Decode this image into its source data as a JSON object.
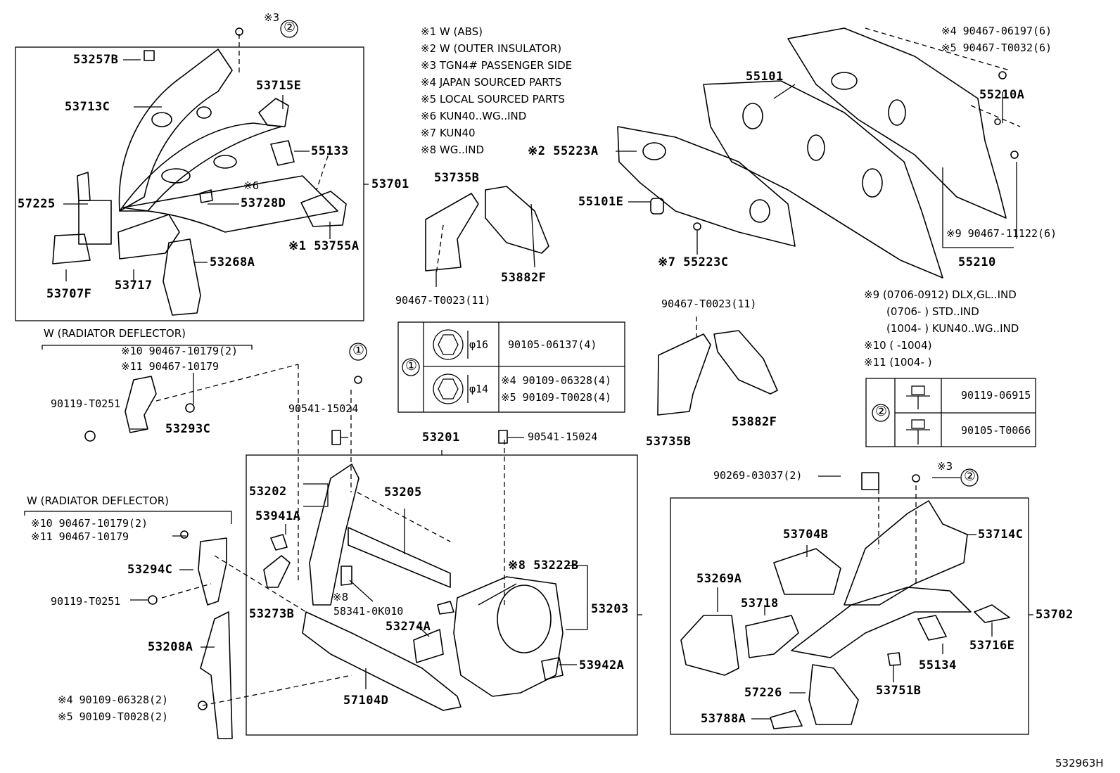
{
  "notes": [
    "※1 W (ABS)",
    "※2 W (OUTER INSULATOR)",
    "※3 TGN4# PASSENGER SIDE",
    "※4 JAPAN SOURCED PARTS",
    "※5 LOCAL SOURCED PARTS",
    "※6 KUN40..WG..IND",
    "※7 KUN40",
    "※8 WG..IND"
  ],
  "notes9": [
    "※9 (0706-0912) DLX,GL..IND",
    "(0706-       ) STD..IND",
    "(1004-       ) KUN40..WG..IND",
    "※10 (       -1004)",
    "※11 (1004-       )"
  ],
  "labels": {
    "p53257B": "53257B",
    "p53713C": "53713C",
    "p53715E": "53715E",
    "p55133": "55133",
    "n6": "※6",
    "p53728D": "53728D",
    "p53701": "53701",
    "p57225": "57225",
    "p53755A": "※1 53755A",
    "p53268A": "53268A",
    "p53707F": "53707F",
    "p53717": "53717",
    "n3a": "※3",
    "p53735B_a": "53735B",
    "p53882F_a": "53882F",
    "p90467T0023a": "90467-T0023(11)",
    "p55101": "55101",
    "p55223A": "※2 55223A",
    "p55101E": "55101E",
    "p55223C": "※7 55223C",
    "p55210A": "55210A",
    "p90467_06197": "※4 90467-06197(6)",
    "p90467_T0032": "※5 90467-T0032(6)",
    "p90467_11122": "※9 90467-11122(6)",
    "p55210": "55210",
    "p90467T0023b": "90467-T0023(11)",
    "p53735B_b": "53735B",
    "p53882F_b": "53882F",
    "radDefl1": "W (RADIATOR DEFLECTOR)",
    "p90467_10179_2a": "※10 90467-10179(2)",
    "p90467_10179a": "※11 90467-10179",
    "p90119T0251a": "90119-T0251",
    "p53293C": "53293C",
    "p90541a": "90541-15024",
    "p90541b": "90541-15024",
    "p53201": "53201",
    "p53202": "53202",
    "p53205": "53205",
    "p53941A": "53941A",
    "p53273B": "53273B",
    "n8": "※8",
    "p58341": "58341-0K010",
    "p53222B": "※8 53222B",
    "p53203": "53203",
    "p53274A": "53274A",
    "p53942A": "53942A",
    "p57104D": "57104D",
    "radDefl2": "W (RADIATOR DEFLECTOR)",
    "p90467_10179_2b": "※10 90467-10179(2)",
    "p90467_10179b": "※11 90467-10179",
    "p53294C": "53294C",
    "p90119T0251b": "90119-T0251",
    "p53208A": "53208A",
    "p90109_06328": "※4 90109-06328(2)",
    "p90109_T0028": "※5 90109-T0028(2)",
    "p90269": "90269-03037(2)",
    "n3b": "※3",
    "p53704B": "53704B",
    "p53714C": "53714C",
    "p53269A": "53269A",
    "p53718": "53718",
    "p53702": "53702",
    "p53716E": "53716E",
    "p55134": "55134",
    "p57226": "57226",
    "p53751B": "53751B",
    "p53788A": "53788A",
    "diagramId": "532963H"
  },
  "table1": {
    "marker": "①",
    "rows": [
      {
        "dia": "φ16",
        "part": "90105-06137(4)"
      },
      {
        "dia": "φ14",
        "part": "※4 90109-06328(4)",
        "part2": "※5 90109-T0028(4)"
      }
    ]
  },
  "table2": {
    "marker": "②",
    "rows": [
      {
        "part": "90119-06915"
      },
      {
        "part": "90105-T0066"
      }
    ]
  },
  "markers": {
    "c1": "①",
    "c2": "②"
  }
}
